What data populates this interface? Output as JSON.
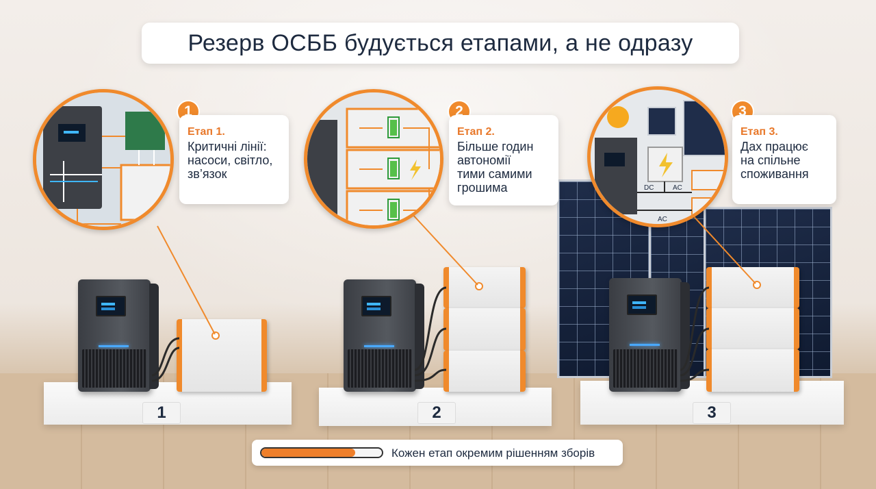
{
  "title": "Резерв ОСББ будується етапами, а не одразу",
  "colors": {
    "accent": "#f08a2c",
    "text": "#1d2a3f",
    "inverter": "#3a3d43",
    "solar": "#14213b"
  },
  "stages": [
    {
      "number": "1",
      "title": "Етап 1.",
      "lines": [
        "Критичні лінії:",
        "насоси, світло,",
        "зв’язок"
      ],
      "plate": "1"
    },
    {
      "number": "2",
      "title": "Етап 2.",
      "lines": [
        "Більше годин",
        "автономії",
        "тими самими",
        "грошима"
      ],
      "plate": "2"
    },
    {
      "number": "3",
      "title": "Етап 3.",
      "lines": [
        "Дах працює",
        "на спільне",
        "споживання"
      ],
      "plate": "3"
    }
  ],
  "diagram_labels": {
    "dc": "DC",
    "ac_out": "AC",
    "ac_line": "AC"
  },
  "progress": {
    "label": "Кожен етап окремим рішенням зборів",
    "value": 0.78
  },
  "icons": [
    "sun-icon",
    "battery-icon",
    "lightning-icon",
    "solar-panel-icon",
    "inverter-icon"
  ]
}
